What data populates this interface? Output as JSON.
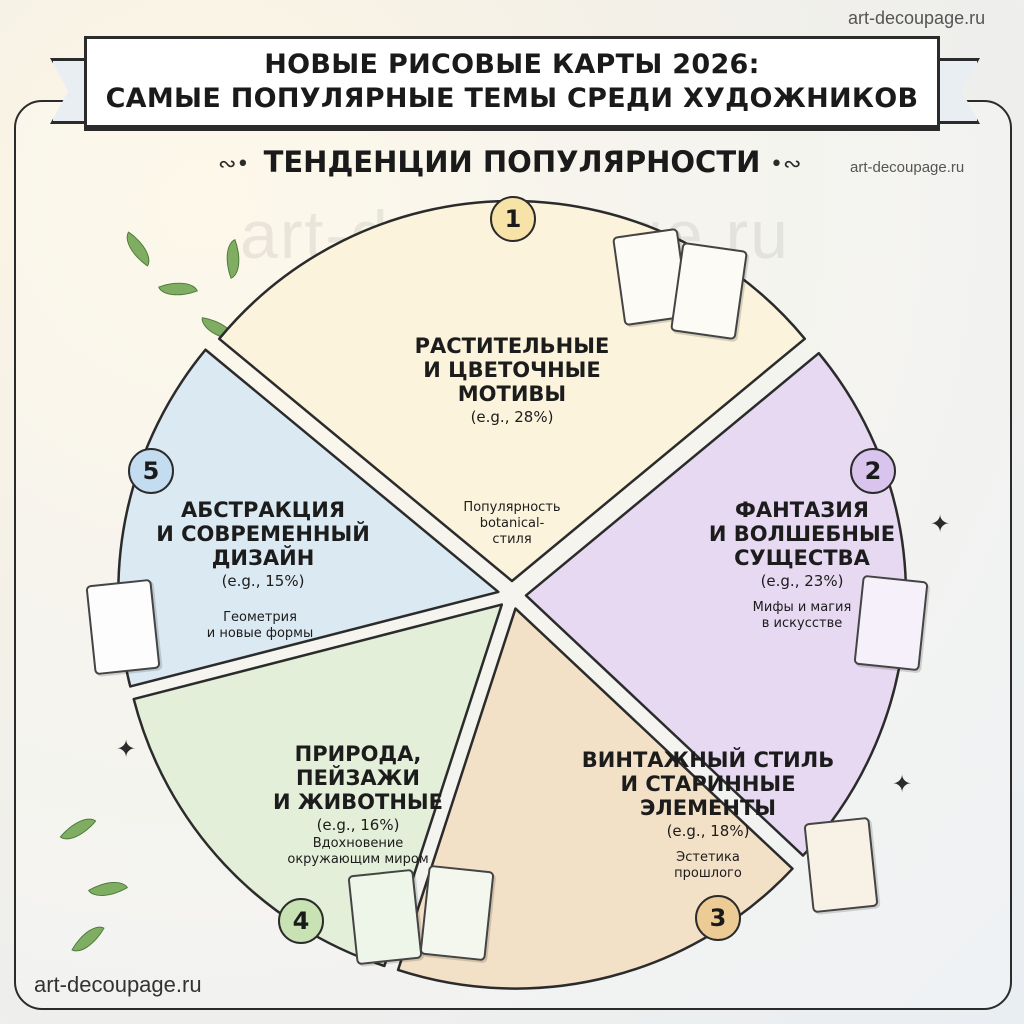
{
  "watermark": "art-decoupage.ru",
  "header": {
    "line1": "НОВЫЕ РИСОВЫЕ КАРТЫ 2026:",
    "line2": "САМЫЕ ПОПУЛЯРНЫЕ ТЕМЫ СРЕДИ ХУДОЖНИКОВ"
  },
  "subtitle": "ТЕНДЕНЦИИ ПОПУЛЯРНОСТИ",
  "colors": {
    "s1": "#fbf3dc",
    "s2": "#e6d9f1",
    "s3": "#f3e1c7",
    "s4": "#e3efd8",
    "s5": "#dbe9f3",
    "badge1": "#f7e3a8",
    "badge2": "#d9c4ee",
    "badge3": "#eccb95",
    "badge4": "#c8e2b4",
    "badge5": "#c3dcf0"
  },
  "chart_data": {
    "type": "pie",
    "title": "ТЕНДЕНЦИИ ПОПУЛЯРНОСТИ",
    "segments": [
      {
        "rank": "1",
        "title_lines": [
          "РАСТИТЕЛЬНЫЕ",
          "И ЦВЕТОЧНЫЕ",
          "МОТИВЫ"
        ],
        "value": 28,
        "value_label": "(e.g., 28%)",
        "note_lines": [
          "Популярность",
          "botanical-",
          "стиля"
        ]
      },
      {
        "rank": "2",
        "title_lines": [
          "ФАНТАЗИЯ",
          "И ВОЛШЕБНЫЕ",
          "СУЩЕСТВА"
        ],
        "value": 23,
        "value_label": "(e.g., 23%)",
        "note_lines": [
          "Мифы и магия",
          "в искусстве"
        ]
      },
      {
        "rank": "3",
        "title_lines": [
          "ВИНТАЖНЫЙ СТИЛЬ",
          "И СТАРИННЫЕ",
          "ЭЛЕМЕНТЫ"
        ],
        "value": 18,
        "value_label": "(e.g., 18%)",
        "note_lines": [
          "Эстетика",
          "прошлого"
        ]
      },
      {
        "rank": "4",
        "title_lines": [
          "ПРИРОДА,",
          "ПЕЙЗАЖИ",
          "И ЖИВОТНЫЕ"
        ],
        "value": 16,
        "value_label": "(e.g., 16%)",
        "note_lines": [
          "Вдохновение",
          "окружающим миром"
        ]
      },
      {
        "rank": "5",
        "title_lines": [
          "АБСТРАКЦИЯ",
          "И СОВРЕМЕННЫЙ",
          "ДИЗАЙН"
        ],
        "value": 15,
        "value_label": "(e.g., 15%)",
        "note_lines": [
          "Геометрия",
          "и новые формы"
        ]
      }
    ]
  }
}
